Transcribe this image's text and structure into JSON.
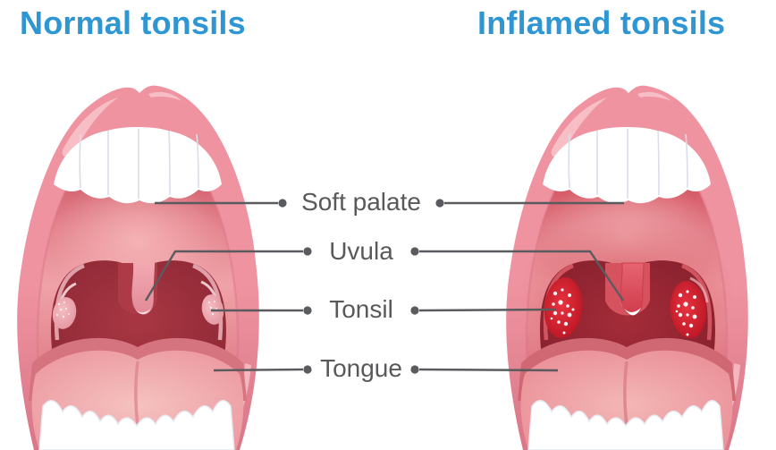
{
  "titles": {
    "left": "Normal tonsils",
    "right": "Inflamed tonsils"
  },
  "labels": {
    "items": [
      {
        "text": "Soft palate"
      },
      {
        "text": "Uvula"
      },
      {
        "text": "Tonsil"
      },
      {
        "text": "Tongue"
      }
    ]
  },
  "colors": {
    "titleColor": "#2e96d2",
    "labelColor": "#58595b",
    "lineColor": "#5a5b5e",
    "background": "#ffffff",
    "teeth": "#ffffff",
    "teethShade": "#e6ebf2"
  },
  "palettes": {
    "normal": {
      "lip": "#ef93a0",
      "lipHi": "#f8c3ca",
      "lipShadow": "#d97687",
      "cavTop": "#ce5a68",
      "cavMid": "#e4838d",
      "palate": "#efa2a8",
      "palateHi": "#f4b2b5",
      "throat": "#a83743",
      "throatDark": "#8e2835",
      "uvulaRoot": "#ad3b47",
      "rim": "#f4bdc4",
      "rimHi": "#fbe3e5",
      "tonsil": "#f6bcc1",
      "tonsilDark": "#e295a0",
      "uvula": "#f3a9b2",
      "uvulaDark": "#e18a96",
      "uvulaTip": "#fcebec",
      "tongueTop": "#d5737f",
      "tongue": "#ec99a0",
      "tongueHi": "#f5c2bf",
      "crease": "#dd8692"
    },
    "inflamed": {
      "lip": "#ef93a0",
      "lipHi": "#f8c3ca",
      "lipShadow": "#d97687",
      "cavTop": "#d14b58",
      "cavMid": "#e07a85",
      "palate": "#ed959c",
      "palateHi": "#f0a7ab",
      "throat": "#a52c39",
      "throatDark": "#84202c",
      "uvulaRoot": "#d6525e",
      "rim": "#e2626d",
      "rimHi": "#f6b7bb",
      "tonsil": "#e93341",
      "tonsilDark": "#b5121f",
      "uvula": "#e66471",
      "uvulaDark": "#cf3c4b",
      "uvulaTip": "#ffffff",
      "tongueTop": "#d06874",
      "tongue": "#ea8f97",
      "tongueHi": "#f3b7b5",
      "crease": "#d97c89"
    }
  }
}
